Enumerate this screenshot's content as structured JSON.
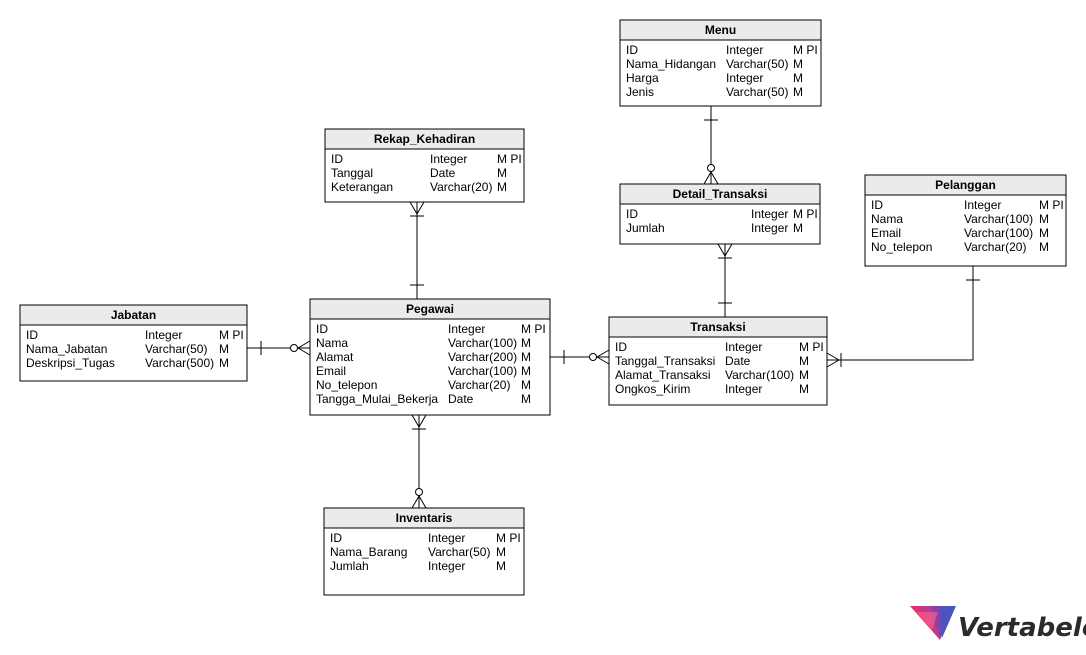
{
  "entities": [
    {
      "id": "menu",
      "name": "Menu",
      "columns": [
        {
          "name": "ID",
          "type": "Integer",
          "flags": "M PI"
        },
        {
          "name": "Nama_Hidangan",
          "type": "Varchar(50)",
          "flags": "M"
        },
        {
          "name": "Harga",
          "type": "Integer",
          "flags": "M"
        },
        {
          "name": "Jenis",
          "type": "Varchar(50)",
          "flags": "M"
        }
      ]
    },
    {
      "id": "rekap",
      "name": "Rekap_Kehadiran",
      "columns": [
        {
          "name": "ID",
          "type": "Integer",
          "flags": "M PI"
        },
        {
          "name": "Tanggal",
          "type": "Date",
          "flags": "M"
        },
        {
          "name": "Keterangan",
          "type": "Varchar(20)",
          "flags": "M"
        }
      ]
    },
    {
      "id": "detail",
      "name": "Detail_Transaksi",
      "columns": [
        {
          "name": "ID",
          "type": "Integer",
          "flags": "M PI"
        },
        {
          "name": "Jumlah",
          "type": "Integer",
          "flags": "M"
        }
      ]
    },
    {
      "id": "pelanggan",
      "name": "Pelanggan",
      "columns": [
        {
          "name": "ID",
          "type": "Integer",
          "flags": "M PI"
        },
        {
          "name": "Nama",
          "type": "Varchar(100)",
          "flags": "M"
        },
        {
          "name": "Email",
          "type": "Varchar(100)",
          "flags": "M"
        },
        {
          "name": "No_telepon",
          "type": "Varchar(20)",
          "flags": "M"
        }
      ]
    },
    {
      "id": "jabatan",
      "name": "Jabatan",
      "columns": [
        {
          "name": "ID",
          "type": "Integer",
          "flags": "M PI"
        },
        {
          "name": "Nama_Jabatan",
          "type": "Varchar(50)",
          "flags": "M"
        },
        {
          "name": "Deskripsi_Tugas",
          "type": "Varchar(500)",
          "flags": "M"
        }
      ]
    },
    {
      "id": "pegawai",
      "name": "Pegawai",
      "columns": [
        {
          "name": "ID",
          "type": "Integer",
          "flags": "M PI"
        },
        {
          "name": "Nama",
          "type": "Varchar(100)",
          "flags": "M"
        },
        {
          "name": "Alamat",
          "type": "Varchar(200)",
          "flags": "M"
        },
        {
          "name": "Email",
          "type": "Varchar(100)",
          "flags": "M"
        },
        {
          "name": "No_telepon",
          "type": "Varchar(20)",
          "flags": "M"
        },
        {
          "name": "Tangga_Mulai_Bekerja",
          "type": "Date",
          "flags": "M"
        }
      ]
    },
    {
      "id": "transaksi",
      "name": "Transaksi",
      "columns": [
        {
          "name": "ID",
          "type": "Integer",
          "flags": "M PI"
        },
        {
          "name": "Tanggal_Transaksi",
          "type": "Date",
          "flags": "M"
        },
        {
          "name": "Alamat_Transaksi",
          "type": "Varchar(100)",
          "flags": "M"
        },
        {
          "name": "Ongkos_Kirim",
          "type": "Integer",
          "flags": "M"
        }
      ]
    },
    {
      "id": "inventaris",
      "name": "Inventaris",
      "columns": [
        {
          "name": "ID",
          "type": "Integer",
          "flags": "M PI"
        },
        {
          "name": "Nama_Barang",
          "type": "Varchar(50)",
          "flags": "M"
        },
        {
          "name": "Jumlah",
          "type": "Integer",
          "flags": "M"
        }
      ]
    }
  ],
  "relationships": [
    {
      "from": "menu",
      "to": "detail",
      "from_end": "one",
      "to_end": "zero-or-many"
    },
    {
      "from": "pegawai",
      "to": "rekap",
      "from_end": "one",
      "to_end": "many"
    },
    {
      "from": "jabatan",
      "to": "pegawai",
      "from_end": "one",
      "to_end": "zero-or-many"
    },
    {
      "from": "pegawai",
      "to": "inventaris",
      "from_end": "many",
      "to_end": "zero-or-many"
    },
    {
      "from": "pegawai",
      "to": "transaksi",
      "from_end": "one",
      "to_end": "zero-or-many"
    },
    {
      "from": "transaksi",
      "to": "detail",
      "from_end": "one",
      "to_end": "many"
    },
    {
      "from": "pelanggan",
      "to": "transaksi",
      "from_end": "one",
      "to_end": "many"
    }
  ],
  "logo": {
    "text": "Vertabelo",
    "colors": [
      "#e3306c",
      "#8e3fa6",
      "#4a54c4",
      "#2b2b2b"
    ],
    "icon": "vertabelo-logo-icon"
  }
}
